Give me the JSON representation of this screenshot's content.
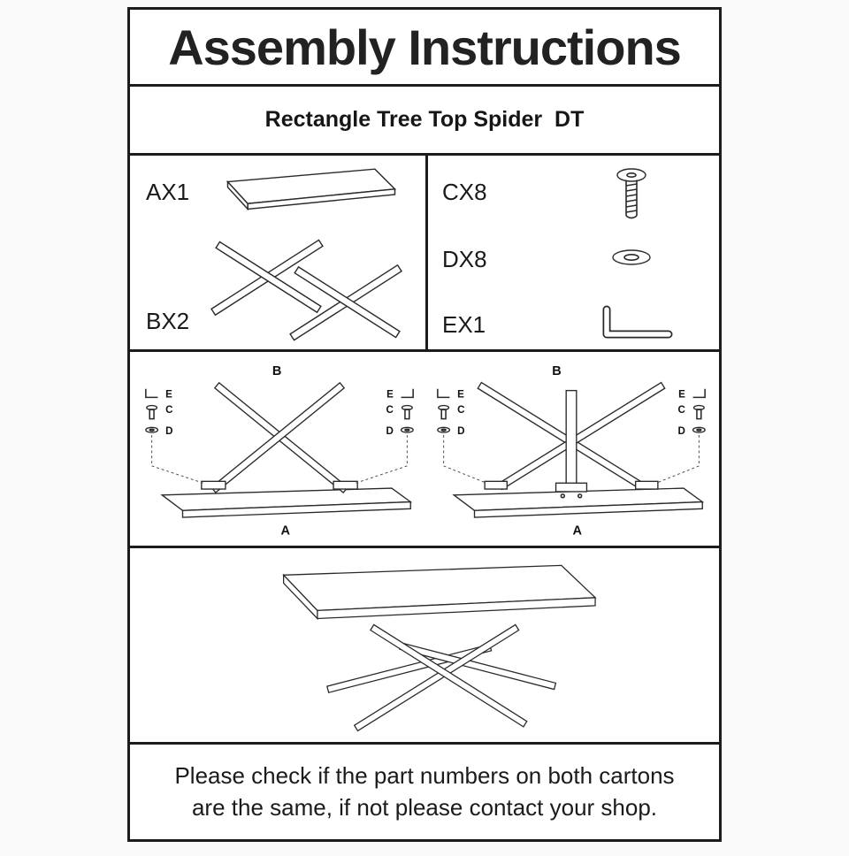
{
  "page": {
    "title": "Assembly Instructions",
    "product_name": "Rectangle Tree Top Spider  DT",
    "footer_line1": "Please check if the part numbers on both cartons",
    "footer_line2": "are the same, if not please contact your shop."
  },
  "parts": {
    "tabletop_label": "AX1",
    "legs_label": "BX2",
    "bolt_label": "CX8",
    "washer_label": "DX8",
    "allen_key_label": "EX1"
  },
  "assembly": {
    "top_label": "B",
    "bottom_label": "A",
    "callout_e": "E",
    "callout_c": "C",
    "callout_d": "D"
  },
  "colors": {
    "ink": "#1c1c1c",
    "paper": "#ffffff"
  }
}
